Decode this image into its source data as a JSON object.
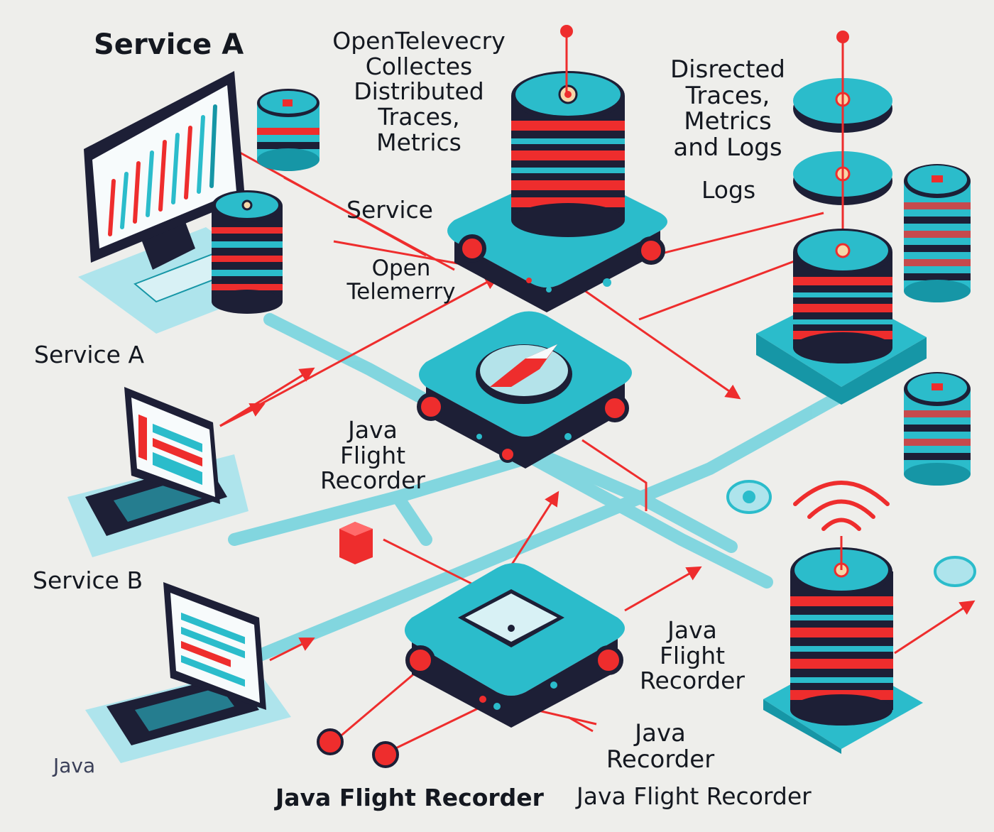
{
  "colors": {
    "background": "#eeeeeb",
    "teal": "#2bbccb",
    "teal_dark": "#1696a6",
    "navy": "#1d1f36",
    "red": "#ee2d2d",
    "pad": "#aee4ec"
  },
  "labels": {
    "service_a_top": "Service A",
    "otel_collects": "OpenTelevecry\nCollectes\nDistributed\nTraces,\nMetrics",
    "service_mid": "Service",
    "open_telemerry": "Open\nTelemerry",
    "disrected": "Disrected\nTraces,\nMetrics\nand Logs",
    "logs": "Logs",
    "service_a_left": "Service A",
    "jfr_center": "Java\nFlight\nRecorder",
    "service_b": "Service B",
    "jfr_right": "Java\nFlight\nRecorder",
    "java_recorder": "Java\nRecorder",
    "java_bottom_left": "Java",
    "jfr_bottom_left": "Java Flight Recorder",
    "jfr_bottom_right": "Java Flight Recorder"
  },
  "icons": [
    "monitor-icon",
    "laptop-icon",
    "database-icon",
    "router-hub-icon",
    "antenna-icon",
    "wifi-signal-icon",
    "arrow-icon"
  ]
}
